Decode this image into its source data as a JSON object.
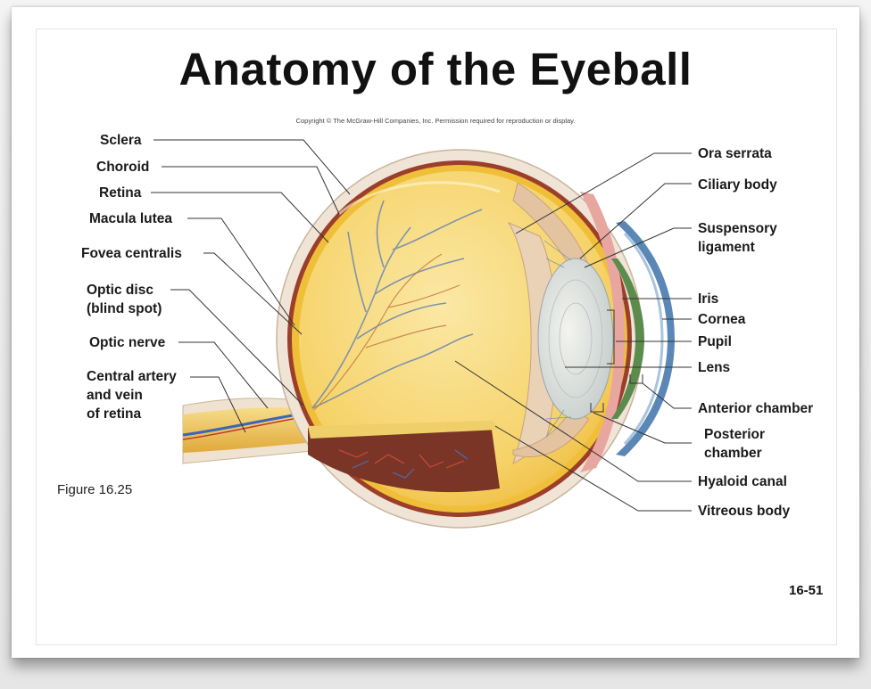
{
  "title": "Anatomy of the Eyeball",
  "copyright": "Copyright © The McGraw-Hill Companies, Inc. Permission required for reproduction or display.",
  "labels_left": {
    "sclera": "Sclera",
    "choroid": "Choroid",
    "retina": "Retina",
    "macula_lutea": "Macula lutea",
    "fovea_centralis": "Fovea centralis",
    "optic_disc": "Optic disc\n(blind spot)",
    "optic_nerve": "Optic nerve",
    "central_artery": "Central artery\nand vein\nof retina"
  },
  "labels_right": {
    "ora_serrata": "Ora serrata",
    "ciliary_body": "Ciliary body",
    "suspensory_ligament": "Suspensory\nligament",
    "iris": "Iris",
    "cornea": "Cornea",
    "pupil": "Pupil",
    "lens": "Lens",
    "anterior_chamber": "Anterior chamber",
    "posterior_chamber": "Posterior\nchamber",
    "hyaloid_canal": "Hyaloid canal",
    "vitreous_body": "Vitreous body"
  },
  "figure_caption": "Figure 16.25",
  "page_number": "16-51",
  "colors": {
    "sclera": "#f1e6d8",
    "choroid": "#9a3e2a",
    "retina": "#f2c23d",
    "vitreous": "#f8dc7e",
    "ciliary": "#e6c9a8",
    "iris": "#5d8a4e",
    "cornea": "#5b86b5",
    "nerve": "#e8b83c"
  }
}
